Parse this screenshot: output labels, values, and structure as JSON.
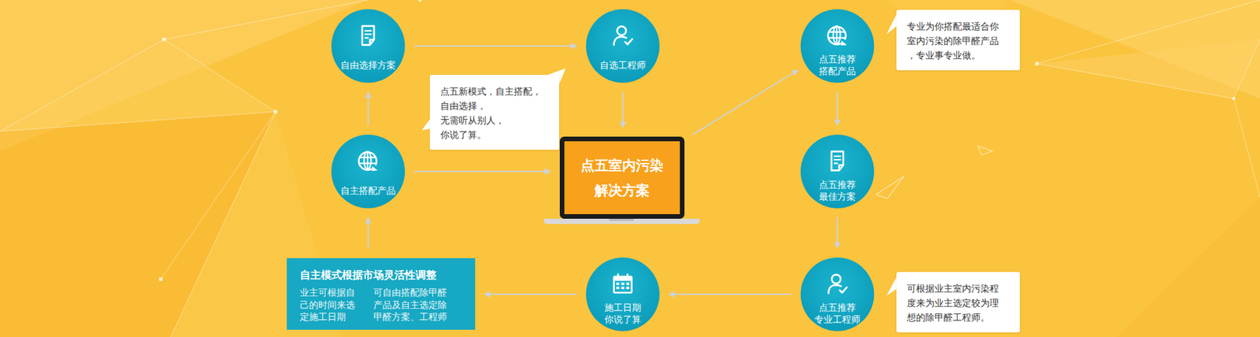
{
  "diagram": {
    "nodes": [
      {
        "text": [
          "自由选择方案"
        ]
      },
      {
        "text": [
          "自选工程师"
        ]
      },
      {
        "text": [
          "点五推荐 搭配产品"
        ]
      },
      {
        "text": [
          "专业为你搭配最适合你 室内污染的除甲醛产品 ，专业事专业做。"
        ]
      },
      {
        "text": [
          "点五新模式，自主搭配， 自由选择，无需听从别人， 你说了算。"
        ]
      },
      {
        "text": [
          "自主搭配产品"
        ]
      },
      {
        "text": [
          "点五室内污染 解决方案"
        ]
      },
      {
        "text": [
          "点五推荐 最佳方案"
        ]
      },
      {
        "text": [
          "自主模式根据市场灵活性调整",
          "业主可根据自 己的时间来选 定施工日期",
          "可自由搭配除甲醛 产品及自主选定除 甲醛方案、工程师"
        ]
      },
      {
        "text": [
          "施工日期 你说了算"
        ]
      },
      {
        "text": [
          "点五推荐 专业工程师"
        ]
      },
      {
        "text": [
          "可根据业主室内污染程 度来为业主选定较为理 想的除甲醛工程师。"
        ]
      }
    ],
    "edges": [
      {
        "from": 5,
        "to": 0,
        "arrow": "to"
      },
      {
        "from": 0,
        "to": 1,
        "arrow": "to"
      },
      {
        "from": 1,
        "to": 6,
        "arrow": "to"
      },
      {
        "from": 5,
        "to": 6,
        "arrow": "to"
      },
      {
        "from": 6,
        "to": 2,
        "arrow": "to"
      },
      {
        "from": 2,
        "to": 7,
        "arrow": "to"
      },
      {
        "from": 7,
        "to": 10,
        "arrow": "to"
      },
      {
        "from": 10,
        "to": 9,
        "arrow": "to"
      },
      {
        "from": 9,
        "to": 8,
        "arrow": "to"
      },
      {
        "from": 8,
        "to": 5,
        "arrow": "to"
      }
    ]
  }
}
